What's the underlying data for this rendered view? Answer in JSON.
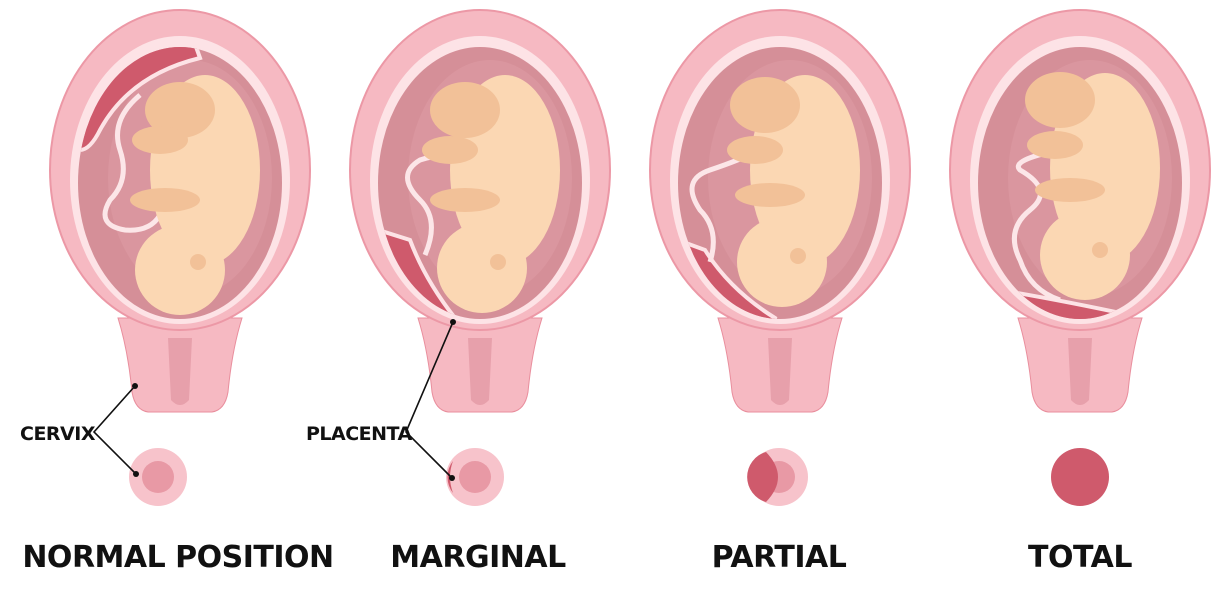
{
  "colors": {
    "uterus_wall": "#f6b9c2",
    "uterus_wall_edge": "#e98e9d",
    "uterus_light": "#fde3e6",
    "amniotic": "#d58f98",
    "amniotic_light": "#e3a6ae",
    "placenta": "#cf5a6c",
    "placenta_dark": "#b9465a",
    "fetus": "#fbd7b3",
    "fetus_shade": "#f2c198",
    "cord": "#fce6e8",
    "cervix_ring": "#f7c3cb",
    "cervix_inner": "#e899a5",
    "text": "#111111"
  },
  "callouts": {
    "cervix": "CERVIX",
    "placenta": "PLACENTA"
  },
  "panels": [
    {
      "id": "normal",
      "title": "NORMAL POSITION",
      "placenta": "top",
      "cervix_coverage": 0.0
    },
    {
      "id": "marginal",
      "title": "MARGINAL",
      "placenta": "lower-edge",
      "cervix_coverage": 0.15
    },
    {
      "id": "partial",
      "title": "PARTIAL",
      "placenta": "low-partial",
      "cervix_coverage": 0.5
    },
    {
      "id": "total",
      "title": "TOTAL",
      "placenta": "bottom-full",
      "cervix_coverage": 1.0
    }
  ]
}
